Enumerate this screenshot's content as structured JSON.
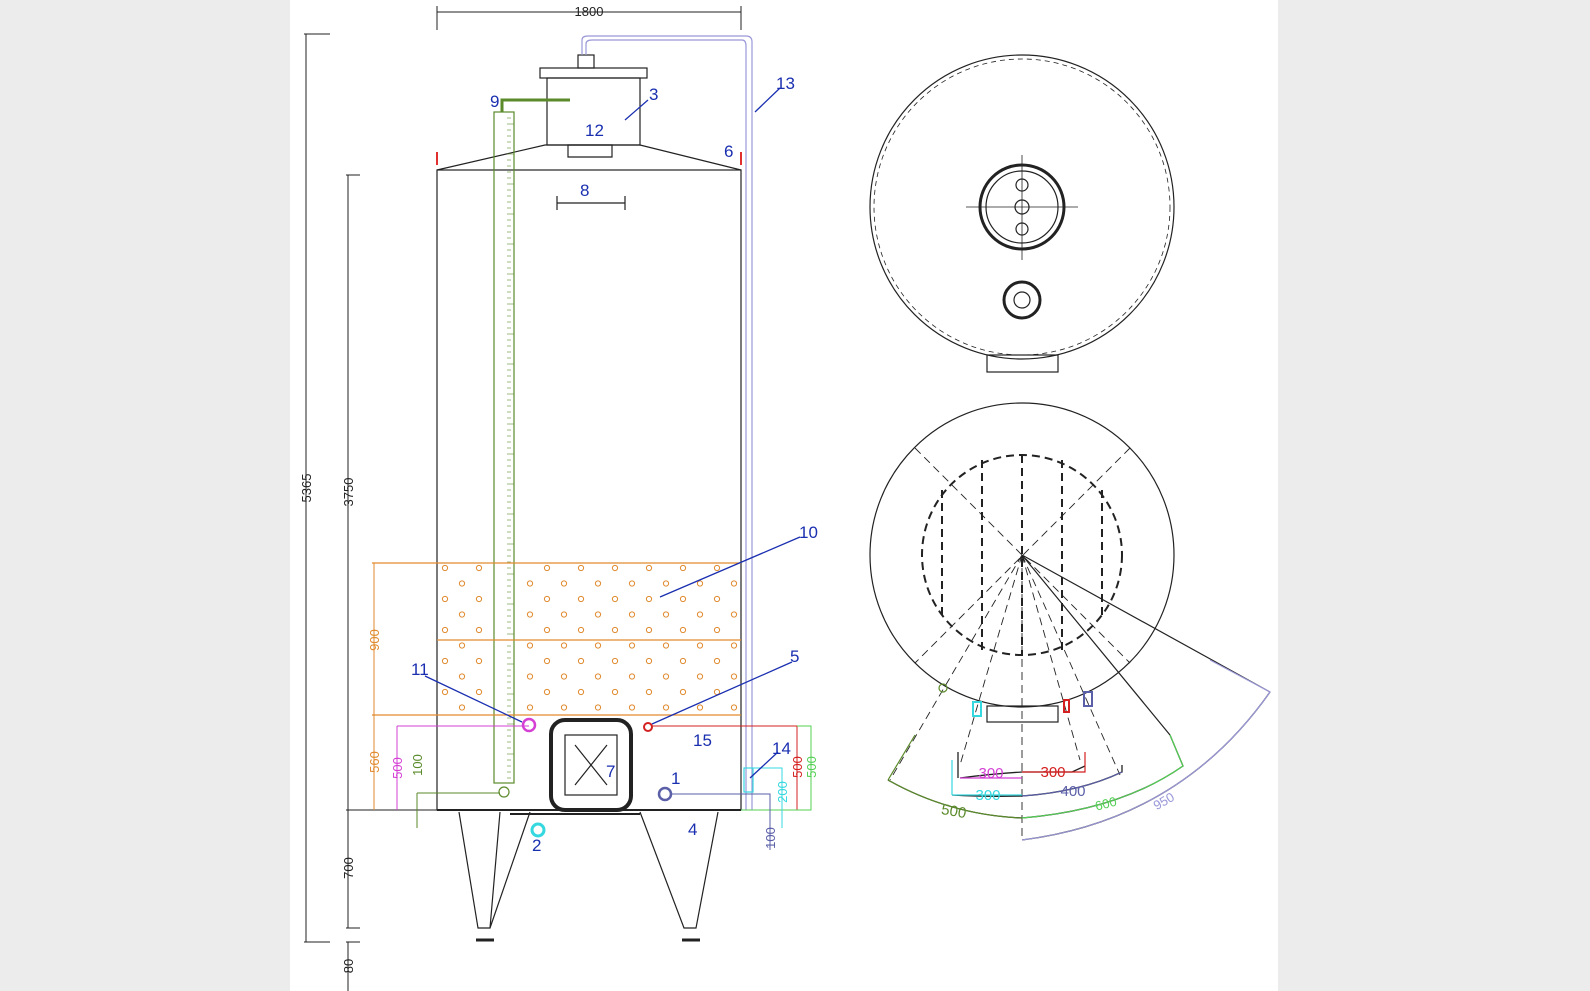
{
  "drawing": {
    "part_labels": [
      "1",
      "2",
      "3",
      "4",
      "5",
      "6",
      "7",
      "8",
      "9",
      "10",
      "11",
      "12",
      "13",
      "14",
      "15"
    ],
    "dimensions": {
      "width_top": "1800",
      "total_height": "5365",
      "body_height": "3750",
      "leg_height": "700",
      "foot_height": "80",
      "jacket_height": "900",
      "jacket_bottom": "560",
      "outlet_11_height": "500",
      "gauge_bottom": "100",
      "outlet_5_height_red": "500",
      "outlet_5_height_green": "500",
      "valve_14_height": "200",
      "valve_1_height": "100"
    },
    "plan_dimensions": {
      "magenta": "300",
      "red": "300",
      "cyan": "300",
      "slate": "400",
      "olive": "500",
      "green": "600",
      "lavender": "950"
    },
    "colors": {
      "label_blue": "#1a2fb0",
      "orange": "#e08a2e",
      "magenta": "#d43fd4",
      "olive": "#5a8a2a",
      "red": "#d42020",
      "green": "#55d055",
      "cyan": "#36d8e0",
      "slate": "#5a5fa8",
      "lavender": "#9a98d8"
    }
  }
}
